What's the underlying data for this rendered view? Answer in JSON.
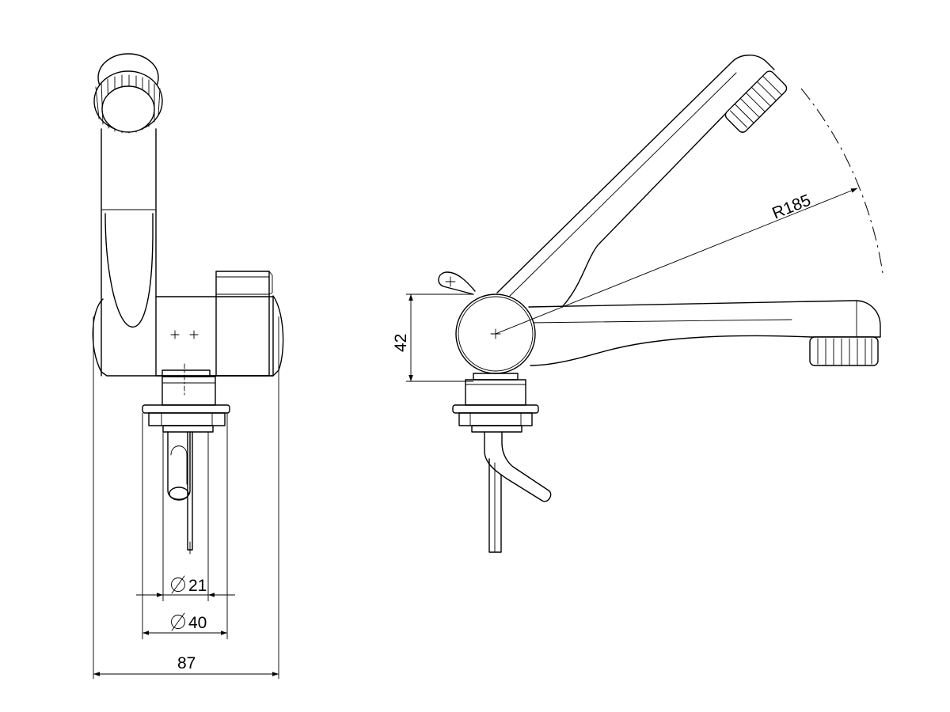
{
  "dimensions": {
    "diameter_21": "21",
    "diameter_40": "40",
    "width_87": "87",
    "height_42": "42",
    "radius_185": "R185"
  },
  "symbols": {
    "diameter": "∅"
  }
}
